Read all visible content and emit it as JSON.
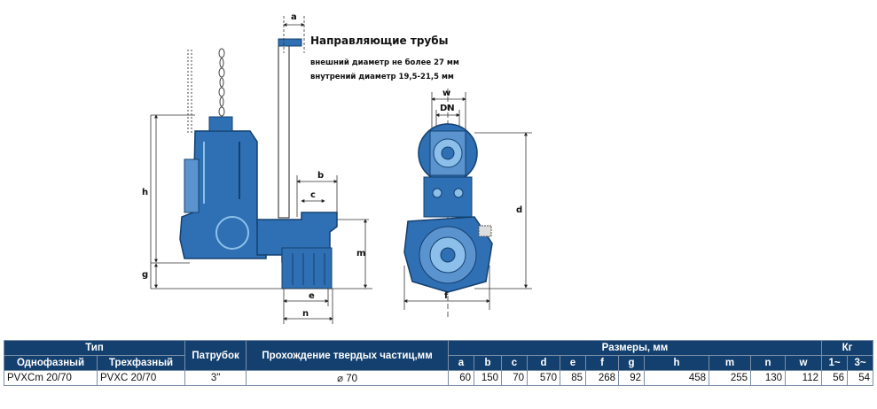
{
  "drawing": {
    "heading": "Направляющие трубы",
    "line1": "внешний диаметр не более 27 мм",
    "line2": "внутрений диаметр 19,5-21,5 мм",
    "dims": {
      "a": "a",
      "b": "b",
      "c": "c",
      "e": "e",
      "n": "n",
      "m": "m",
      "h": "h",
      "g": "g",
      "w": "w",
      "dn": "DN",
      "d": "d",
      "f": "f"
    },
    "colors": {
      "pump": "#2f6fb3",
      "pump_dark": "#14406f",
      "pump_light": "#8cc0ea",
      "line": "#333333"
    }
  },
  "table": {
    "h_type": "Тип",
    "h_outlet": "Патрубок",
    "h_solids": "Прохождение твердых частиц,мм",
    "h_dims": "Размеры, мм",
    "h_kg": "Кг",
    "h_single": "Однофазный",
    "h_three": "Трехфазный",
    "cols": [
      "a",
      "b",
      "c",
      "d",
      "e",
      "f",
      "g",
      "h",
      "m",
      "n",
      "w",
      "1~",
      "3~"
    ],
    "row": {
      "single": "PVXCm 20/70",
      "three": "PVXC 20/70",
      "outlet": "3\"",
      "solids": "⌀ 70",
      "values": [
        "60",
        "150",
        "70",
        "570",
        "85",
        "268",
        "92",
        "458",
        "255",
        "130",
        "112",
        "56",
        "54"
      ]
    }
  }
}
